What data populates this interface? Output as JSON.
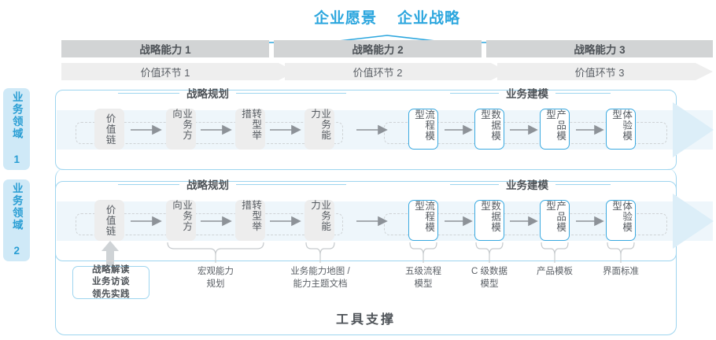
{
  "title": {
    "vision": "企业愿景",
    "strategy": "企业战略"
  },
  "capabilities": [
    {
      "label": "战略能力 1"
    },
    {
      "label": "战略能力 2"
    },
    {
      "label": "战略能力 3"
    }
  ],
  "value_chain": [
    {
      "label": "价值环节 1"
    },
    {
      "label": "价值环节 2"
    },
    {
      "label": "价值环节 3"
    }
  ],
  "domains": [
    {
      "label": "业务领域 1"
    },
    {
      "label": "业务领域 2"
    }
  ],
  "sections": {
    "planning": "战略规划",
    "modeling": "业务建模"
  },
  "nodes": {
    "planning": [
      {
        "label": "价值链"
      },
      {
        "label": "业务方向"
      },
      {
        "label": "转型举措"
      },
      {
        "label": "业务能力"
      }
    ],
    "modeling": [
      {
        "label": "流程模型"
      },
      {
        "label": "数据模型"
      },
      {
        "label": "产品模型"
      },
      {
        "label": "体验模型"
      }
    ]
  },
  "tools": {
    "entry_box": [
      "战略解读",
      "业务访谈",
      "领先实践"
    ],
    "labels": [
      {
        "line1": "宏观能力",
        "line2": "规划"
      },
      {
        "line1": "业务能力地图 /",
        "line2": "能力主题文档"
      },
      {
        "line1": "五级流程",
        "line2": "模型"
      },
      {
        "line1": "C 级数据",
        "line2": "模型"
      },
      {
        "line1": "产品模板",
        "line2": ""
      },
      {
        "line1": "界面标准",
        "line2": ""
      }
    ],
    "support": "工具支撑"
  },
  "colors": {
    "accent_blue": "#2ba6de",
    "band_gray": "#d2d4d5",
    "band_light": "#ededed",
    "pale_blue": "#eef6fb",
    "border_blue": "#9ed5ef",
    "text_dark": "#4e5358"
  }
}
